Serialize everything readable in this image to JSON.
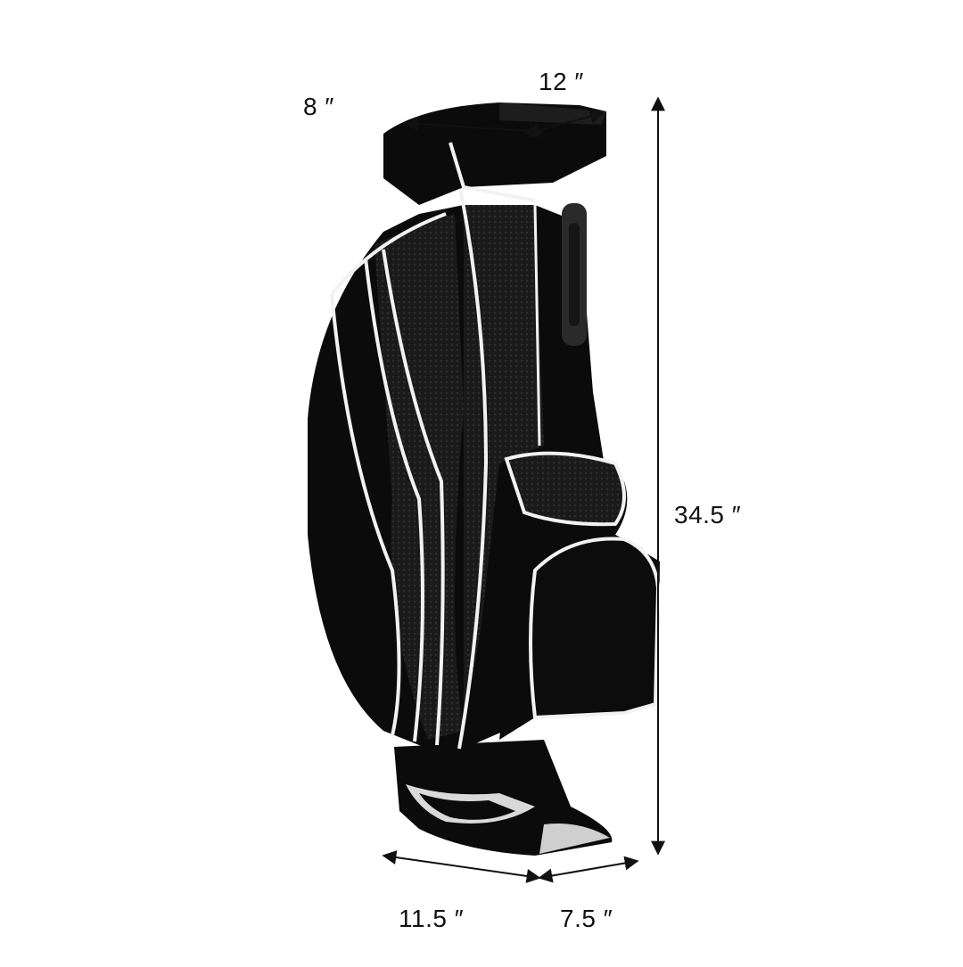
{
  "image": {
    "subject": "golf-stand-bag",
    "background_color": "#ffffff",
    "bag_color": "#0b0b0b",
    "piping_color": "#f2f2f2",
    "dimension_line_color": "#111111"
  },
  "dimensions": {
    "depth_top": "8 ″",
    "width_top": "12 ″",
    "height": "34.5 ″",
    "width_bottom": "11.5 ″",
    "depth_bottom": "7.5 ″"
  }
}
